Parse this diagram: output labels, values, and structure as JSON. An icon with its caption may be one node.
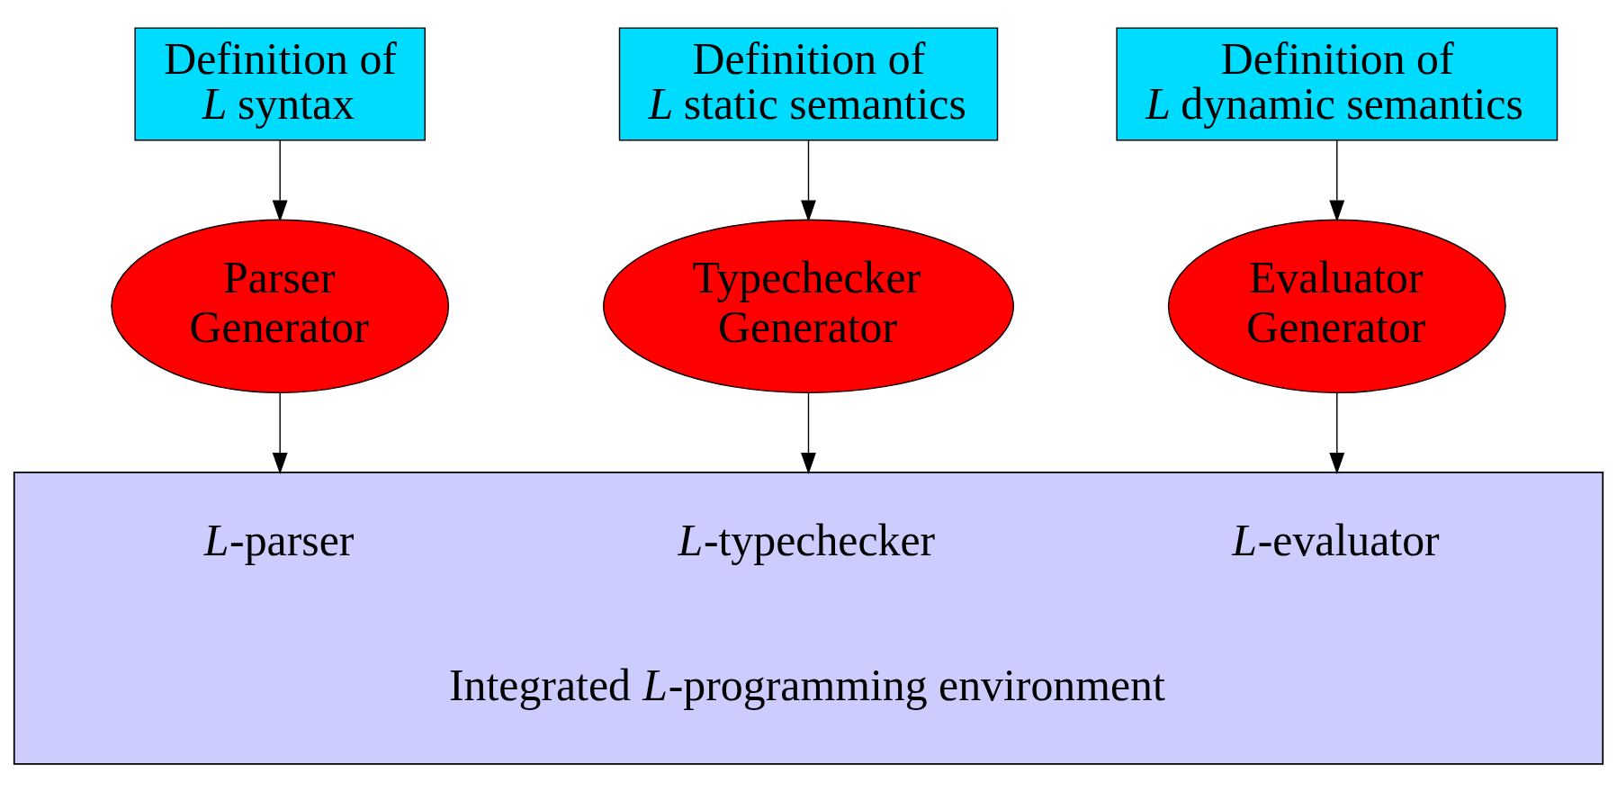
{
  "diagram": {
    "nodes": [
      {
        "text": [
          "Definition of *L* syntax"
        ]
      },
      {
        "text": [
          "Definition of *L* static semantics"
        ]
      },
      {
        "text": [
          "Definition of *L* dynamic semantics"
        ]
      },
      {
        "text": [
          "Parser Generator"
        ]
      },
      {
        "text": [
          "Typechecker Generator"
        ]
      },
      {
        "text": [
          "Evaluator Generator"
        ]
      },
      {
        "text": [
          "*L*-parser",
          "*L*-typechecker",
          "*L*-evaluator",
          "Integrated *L*-programming environment"
        ]
      }
    ],
    "edges": [
      {
        "from": 0,
        "to": 3,
        "arrow": "to"
      },
      {
        "from": 1,
        "to": 4,
        "arrow": "to"
      },
      {
        "from": 2,
        "to": 5,
        "arrow": "to"
      },
      {
        "from": 3,
        "to": 6,
        "arrow": "to"
      },
      {
        "from": 4,
        "to": 6,
        "arrow": "to"
      },
      {
        "from": 5,
        "to": 6,
        "arrow": "to"
      }
    ]
  }
}
